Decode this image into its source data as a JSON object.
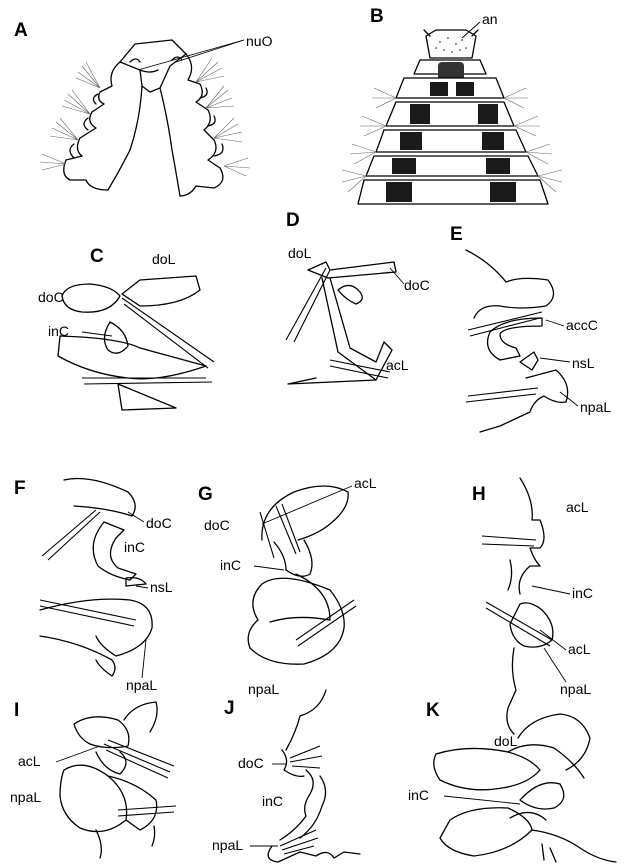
{
  "panels": {
    "A": {
      "letter": "A",
      "labels": {
        "nuO": "nuO"
      }
    },
    "B": {
      "letter": "B",
      "labels": {
        "an": "an"
      }
    },
    "C": {
      "letter": "C",
      "labels": {
        "doL": "doL",
        "doC": "doC",
        "inC": "inC"
      }
    },
    "D": {
      "letter": "D",
      "labels": {
        "doL": "doL",
        "doC": "doC",
        "acL": "acL"
      }
    },
    "E": {
      "letter": "E",
      "labels": {
        "accC": "accC",
        "nsL": "nsL",
        "npaL": "npaL"
      }
    },
    "F": {
      "letter": "F",
      "labels": {
        "doC": "doC",
        "inC": "inC",
        "nsL": "nsL",
        "npaL": "npaL"
      }
    },
    "G": {
      "letter": "G",
      "labels": {
        "acL": "acL",
        "doC": "doC",
        "inC": "inC",
        "npaL": "npaL"
      }
    },
    "H": {
      "letter": "H",
      "labels": {
        "acL_top": "acL",
        "inC": "inC",
        "acL": "acL",
        "npaL": "npaL"
      }
    },
    "I": {
      "letter": "I",
      "labels": {
        "acL": "acL",
        "npaL": "npaL"
      }
    },
    "J": {
      "letter": "J",
      "labels": {
        "doC": "doC",
        "inC": "inC",
        "npaL": "npaL"
      }
    },
    "K": {
      "letter": "K",
      "labels": {
        "doL": "doL",
        "inC": "inC"
      }
    }
  }
}
